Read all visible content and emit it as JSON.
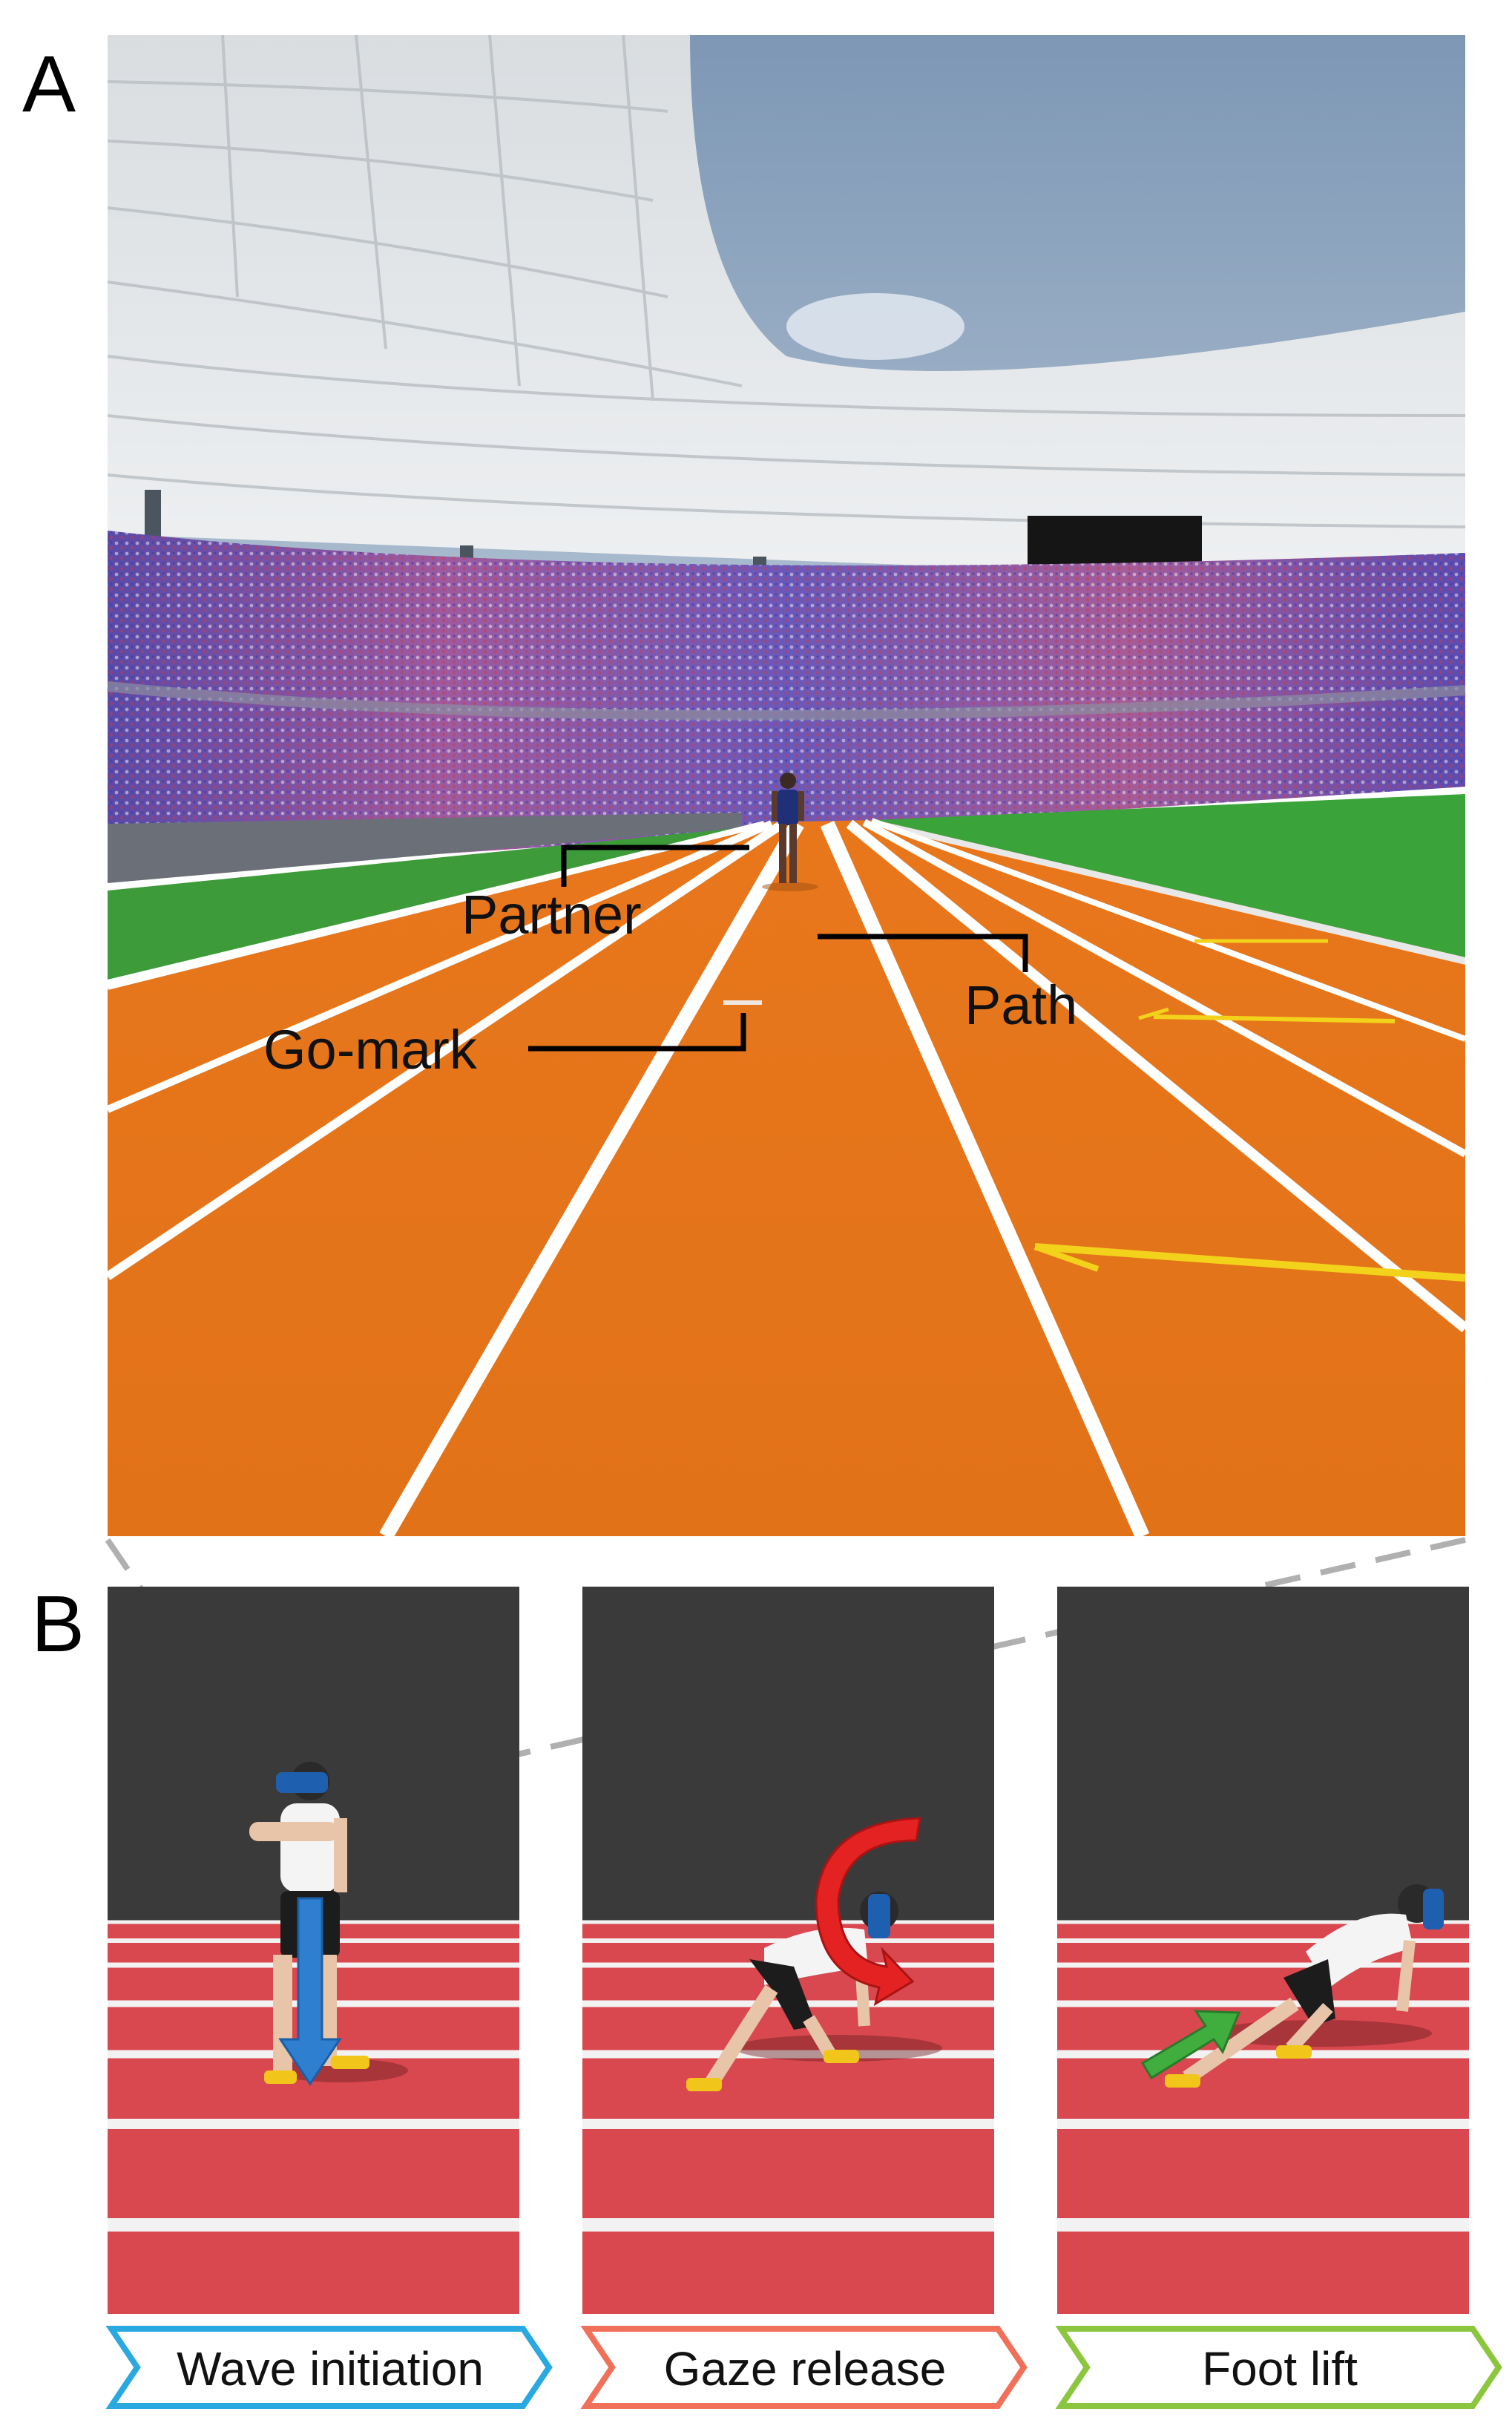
{
  "panels": {
    "a": {
      "letter": "A"
    },
    "b": {
      "letter": "B"
    }
  },
  "callouts": {
    "partner": "Partner",
    "path": "Path",
    "go_mark": "Go-mark"
  },
  "steps": [
    {
      "label": "Wave initiation",
      "color": "#2aa9e0"
    },
    {
      "label": "Gaze release",
      "color": "#f0705a"
    },
    {
      "label": "Foot lift",
      "color": "#8cc63f"
    }
  ],
  "colors": {
    "track_orange": "#e8771c",
    "track_red": "#d9474f",
    "field_green": "#3aa33a",
    "backdrop_dark": "#3a3a3a",
    "arrow_blue": "#2f7fd0",
    "arrow_red": "#e52222",
    "arrow_green": "#3fae3f",
    "lane_marker_yellow": "#f2d21b"
  }
}
